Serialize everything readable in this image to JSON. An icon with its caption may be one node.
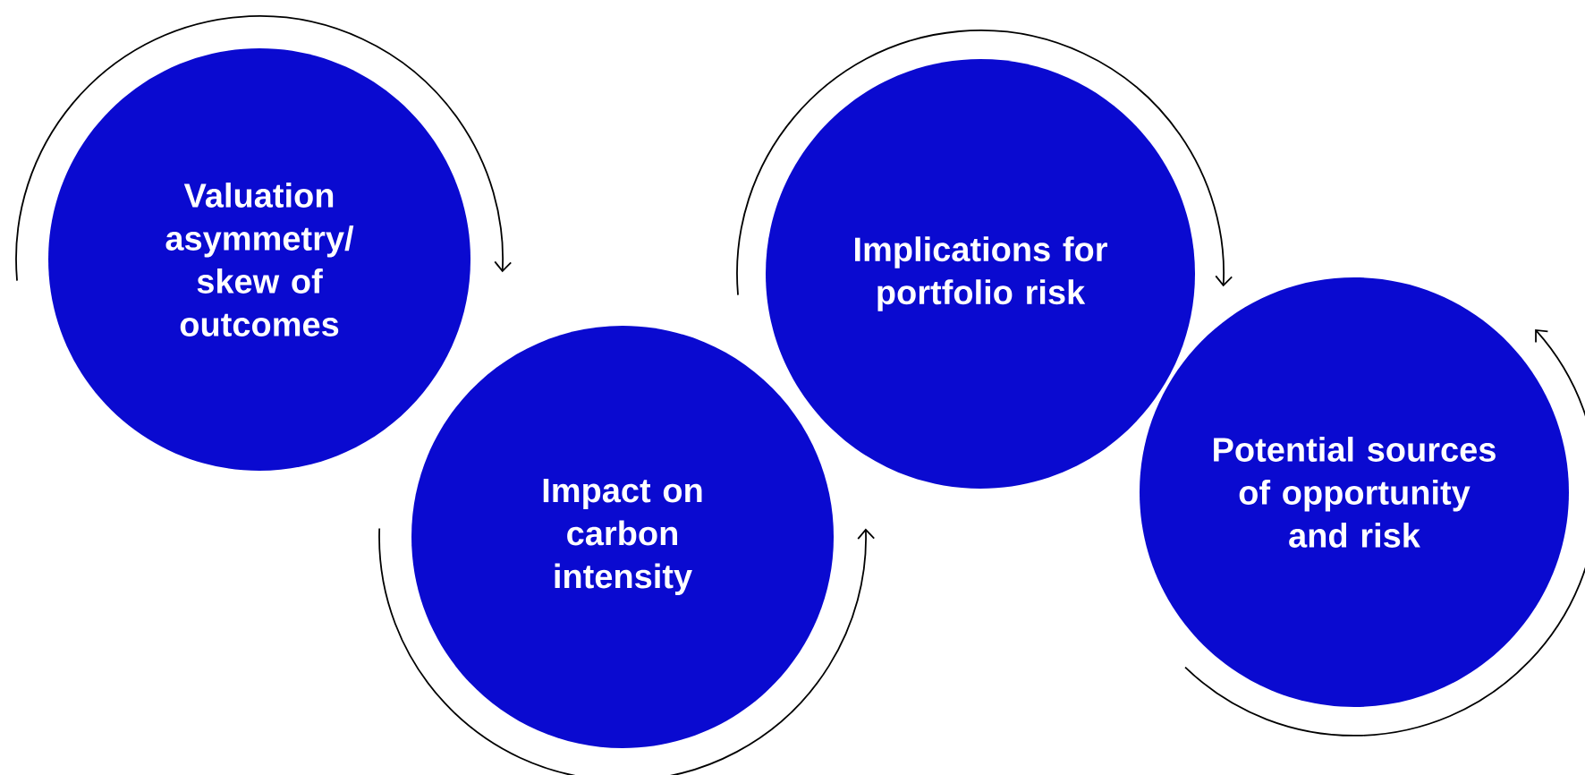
{
  "diagram": {
    "nodes": [
      {
        "text": [
          "Valuation asymmetry/ skew of outcomes"
        ]
      },
      {
        "text": [
          "Impact on carbon intensity"
        ]
      },
      {
        "text": [
          "Implications for portfolio risk"
        ]
      },
      {
        "text": [
          "Potential sources of opportunity and risk"
        ]
      }
    ]
  }
}
